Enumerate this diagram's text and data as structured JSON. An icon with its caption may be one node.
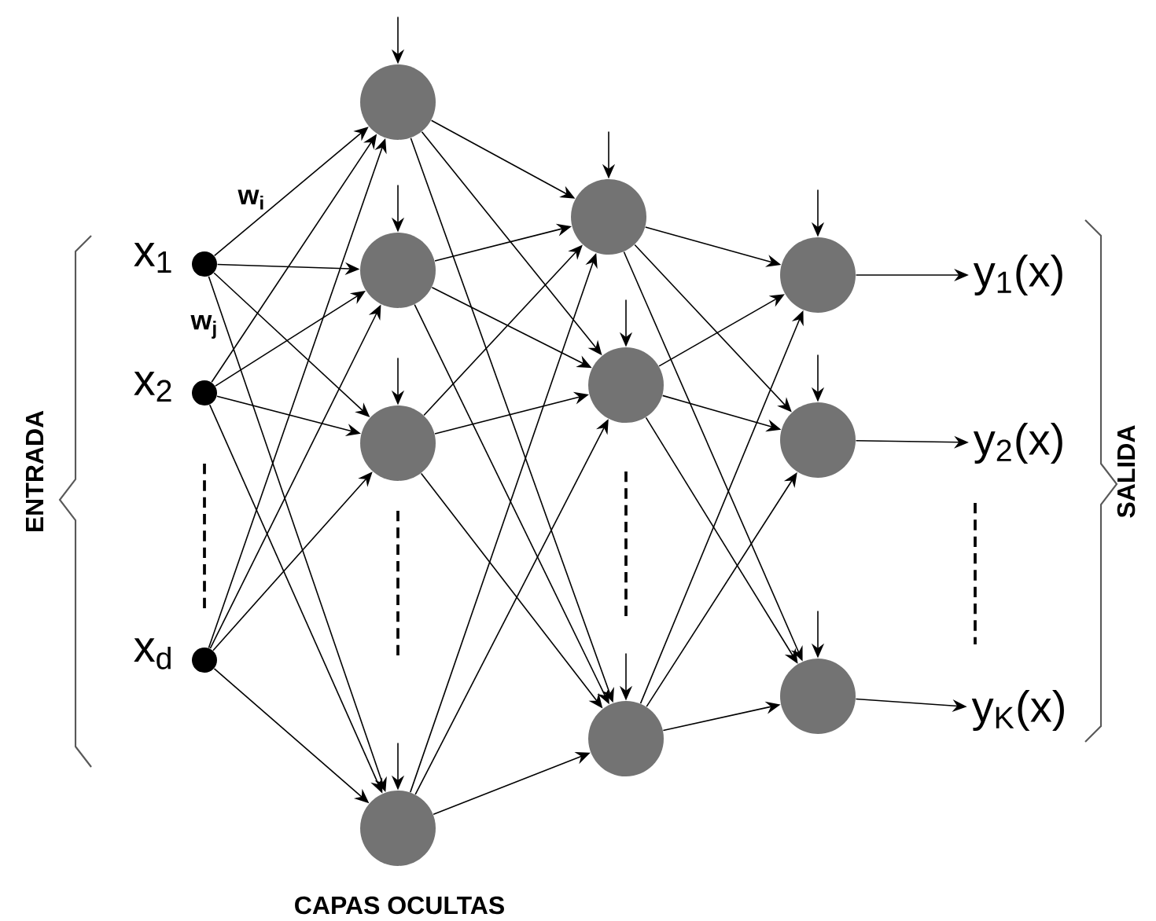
{
  "diagram": {
    "nodes": [
      {
        "text": [],
        "shape": "circle",
        "beside": [
          "x$_{1}$"
        ]
      },
      {
        "text": [],
        "shape": "circle",
        "beside": [
          "x$_{2}$"
        ]
      },
      {
        "text": [],
        "shape": "circle",
        "beside": [
          "x$_{d}$"
        ]
      },
      {
        "text": [],
        "shape": "circle"
      },
      {
        "text": [],
        "shape": "circle"
      },
      {
        "text": [],
        "shape": "circle"
      },
      {
        "text": [],
        "shape": "circle"
      },
      {
        "text": [],
        "shape": "circle"
      },
      {
        "text": [],
        "shape": "circle"
      },
      {
        "text": [],
        "shape": "circle"
      },
      {
        "text": [],
        "shape": "circle"
      },
      {
        "text": [],
        "shape": "circle"
      },
      {
        "text": [],
        "shape": "circle"
      },
      {
        "text": [
          "y$_{1}$(x)"
        ]
      },
      {
        "text": [
          "y$_{2}$(x)"
        ]
      },
      {
        "text": [
          "y$_{K}$(x)"
        ]
      }
    ],
    "edges": [
      {
        "from": 0,
        "to": 3,
        "arrow": "to"
      },
      {
        "from": 0,
        "to": 4,
        "arrow": "to"
      },
      {
        "from": 0,
        "to": 5,
        "arrow": "to"
      },
      {
        "from": 0,
        "to": 6,
        "arrow": "to"
      },
      {
        "from": 1,
        "to": 3,
        "arrow": "to"
      },
      {
        "from": 1,
        "to": 4,
        "arrow": "to"
      },
      {
        "from": 1,
        "to": 5,
        "arrow": "to"
      },
      {
        "from": 1,
        "to": 6,
        "arrow": "to"
      },
      {
        "from": 2,
        "to": 3,
        "arrow": "to"
      },
      {
        "from": 2,
        "to": 4,
        "arrow": "to"
      },
      {
        "from": 2,
        "to": 5,
        "arrow": "to"
      },
      {
        "from": 2,
        "to": 6,
        "arrow": "to"
      },
      {
        "from": 3,
        "to": 7,
        "arrow": "to"
      },
      {
        "from": 3,
        "to": 8,
        "arrow": "to"
      },
      {
        "from": 3,
        "to": 9,
        "arrow": "to"
      },
      {
        "from": 4,
        "to": 7,
        "arrow": "to"
      },
      {
        "from": 4,
        "to": 8,
        "arrow": "to"
      },
      {
        "from": 4,
        "to": 9,
        "arrow": "to"
      },
      {
        "from": 5,
        "to": 7,
        "arrow": "to"
      },
      {
        "from": 5,
        "to": 8,
        "arrow": "to"
      },
      {
        "from": 5,
        "to": 9,
        "arrow": "to"
      },
      {
        "from": 6,
        "to": 7,
        "arrow": "to"
      },
      {
        "from": 6,
        "to": 8,
        "arrow": "to"
      },
      {
        "from": 6,
        "to": 9,
        "arrow": "to"
      },
      {
        "from": 7,
        "to": 10,
        "arrow": "to"
      },
      {
        "from": 7,
        "to": 11,
        "arrow": "to"
      },
      {
        "from": 7,
        "to": 12,
        "arrow": "to"
      },
      {
        "from": 8,
        "to": 10,
        "arrow": "to"
      },
      {
        "from": 8,
        "to": 11,
        "arrow": "to"
      },
      {
        "from": 8,
        "to": 12,
        "arrow": "to"
      },
      {
        "from": 9,
        "to": 10,
        "arrow": "to"
      },
      {
        "from": 9,
        "to": 11,
        "arrow": "to"
      },
      {
        "from": 9,
        "to": 12,
        "arrow": "to"
      },
      {
        "from": 10,
        "to": 13,
        "arrow": "to"
      },
      {
        "from": 11,
        "to": 14,
        "arrow": "to"
      },
      {
        "from": 12,
        "to": 15,
        "arrow": "to"
      },
      {
        "from": null,
        "to": 3,
        "arrow": "to"
      },
      {
        "from": null,
        "to": 4,
        "arrow": "to"
      },
      {
        "from": null,
        "to": 5,
        "arrow": "to"
      },
      {
        "from": null,
        "to": 6,
        "arrow": "to"
      },
      {
        "from": null,
        "to": 7,
        "arrow": "to"
      },
      {
        "from": null,
        "to": 8,
        "arrow": "to"
      },
      {
        "from": null,
        "to": 9,
        "arrow": "to"
      },
      {
        "from": null,
        "to": 10,
        "arrow": "to"
      },
      {
        "from": null,
        "to": 11,
        "arrow": "to"
      },
      {
        "from": null,
        "to": 12,
        "arrow": "to"
      }
    ],
    "labels": [
      "w$_{i}$",
      "w$_{j}$",
      "ENTRADA",
      "SALIDA",
      "CAPAS OCULTAS"
    ]
  }
}
